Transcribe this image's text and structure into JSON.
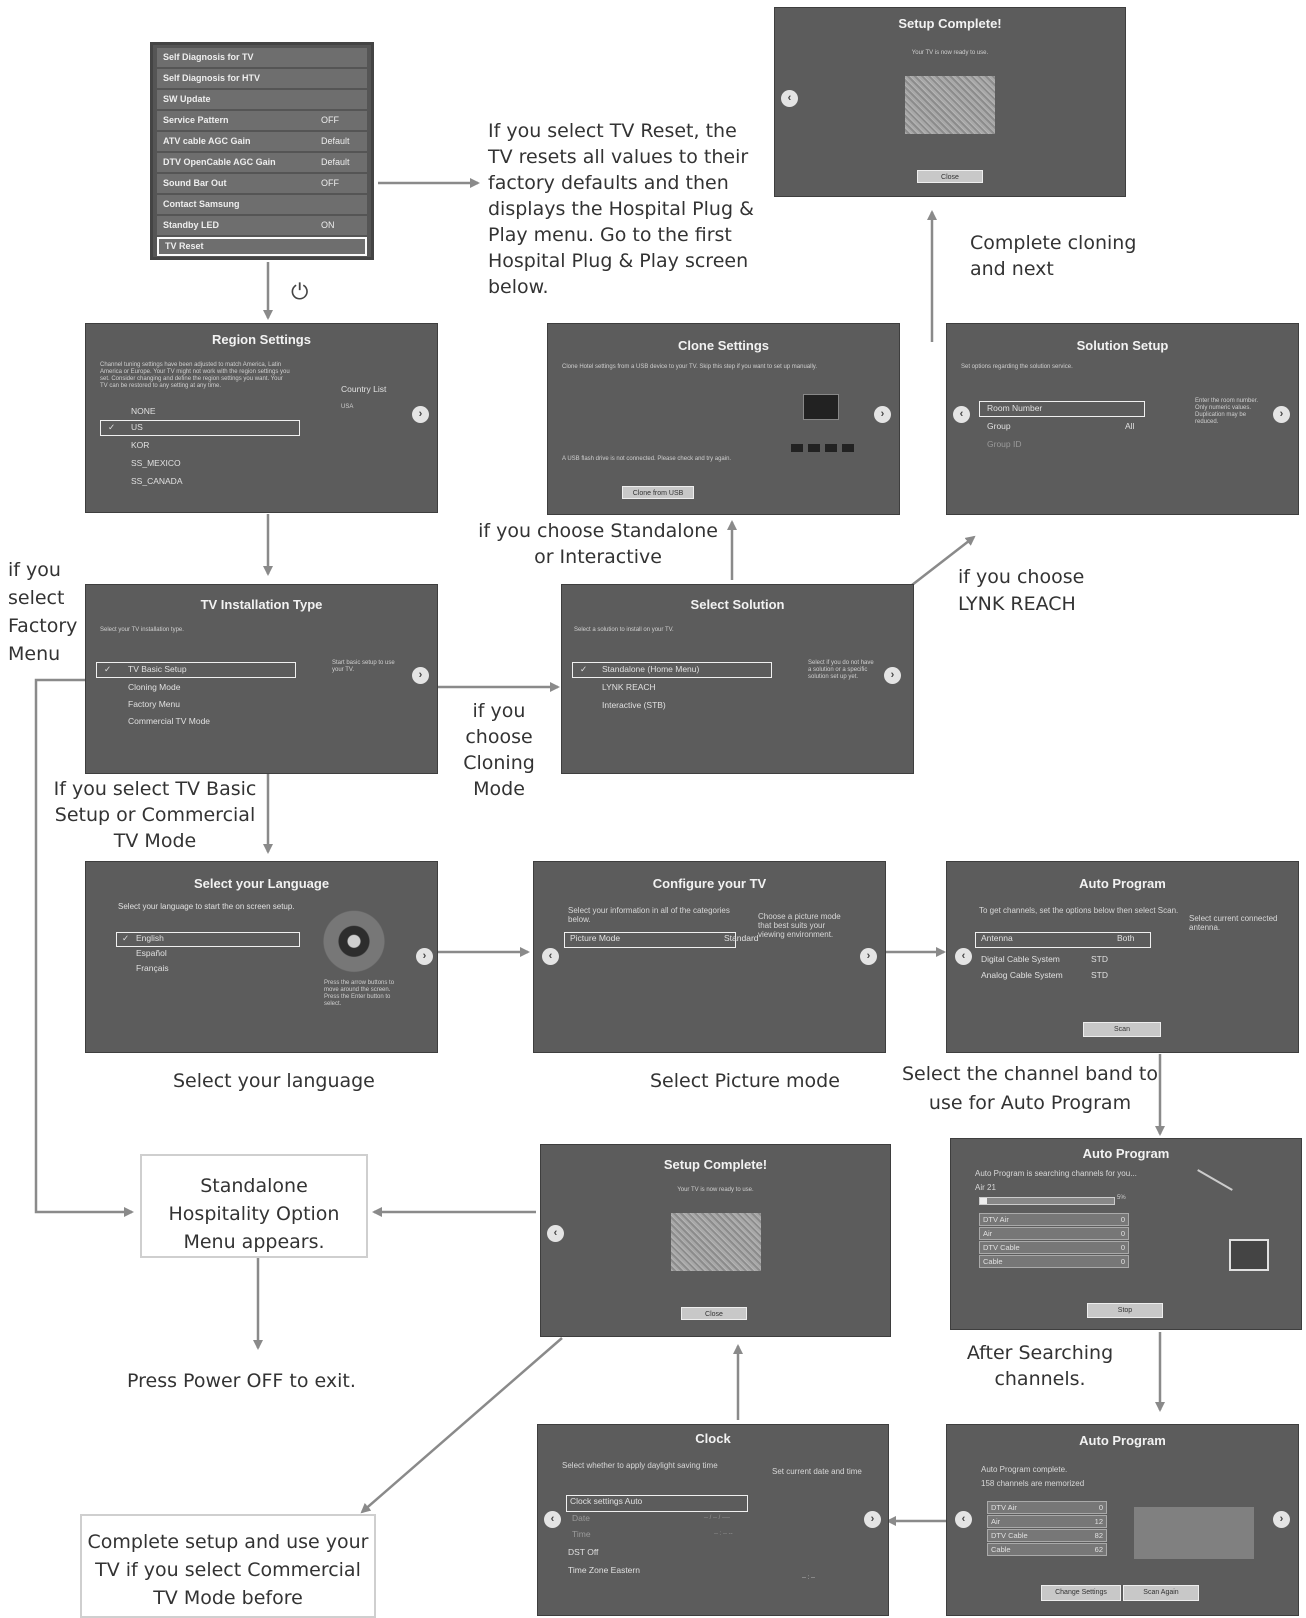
{
  "menu": {
    "items": [
      {
        "label": "Self Diagnosis for TV",
        "value": ""
      },
      {
        "label": "Self Diagnosis for HTV",
        "value": ""
      },
      {
        "label": "SW Update",
        "value": ""
      },
      {
        "label": "Service Pattern",
        "value": "OFF"
      },
      {
        "label": "ATV cable AGC Gain",
        "value": "Default"
      },
      {
        "label": "DTV OpenCable AGC Gain",
        "value": "Default"
      },
      {
        "label": "Sound Bar Out",
        "value": "OFF"
      },
      {
        "label": "Contact Samsung",
        "value": ""
      },
      {
        "label": "Standby LED",
        "value": "ON"
      },
      {
        "label": "TV Reset",
        "value": ""
      }
    ]
  },
  "captions": {
    "tv_reset": "If you select TV Reset, the TV resets all values to their factory defaults and then displays the Hospital Plug & Play menu. Go to the first Hospital Plug & Play screen below.",
    "complete_cloning": "Complete cloning and next",
    "factory_menu": "if you select Factory Menu",
    "standalone_or_interactive": "if you choose Standalone or Interactive",
    "lynk_reach": "if you choose LYNK REACH",
    "cloning_mode": "if you choose Cloning Mode",
    "basic_or_commercial": "If you select TV Basic Setup or Commercial TV Mode",
    "select_language": "Select your language",
    "select_picture": "Select Picture mode",
    "channel_band": "Select the channel band to use for Auto Program",
    "after_searching": "After Searching channels.",
    "press_power": "Press Power OFF to exit.",
    "power_icon": "⏻"
  },
  "boxes": {
    "standalone_menu": "Standalone Hospitality Option Menu appears.",
    "complete_setup": "Complete setup and use your TV if you select Commercial TV Mode before"
  },
  "screens": {
    "setup_complete_top": {
      "title": "Setup Complete!",
      "sub": "Your TV is now ready to use.",
      "button": "Close"
    },
    "region": {
      "title": "Region Settings",
      "desc": "Channel tuning settings have been adjusted to match America, Latin America or Europe. Your TV might not work with the region settings you set. Consider changing and define the region settings you want. Your TV can be restored to any setting at any time.",
      "list_label": "Country List",
      "list_value": "USA",
      "items": [
        "NONE",
        "US",
        "KOR",
        "SS_MEXICO",
        "SS_CANADA"
      ]
    },
    "clone": {
      "title": "Clone Settings",
      "desc": "Clone Hotel settings from a USB device to your TV. Skip this step if you want to set up manually.",
      "warn": "A USB flash drive is not connected. Please check and try again.",
      "button": "Clone from USB"
    },
    "solution": {
      "title": "Solution Setup",
      "desc": "Set options regarding the solution service.",
      "items": [
        {
          "label": "Room Number",
          "value": ""
        },
        {
          "label": "Group",
          "value": "All"
        },
        {
          "label": "Group ID",
          "value": ""
        }
      ],
      "side": "Enter the room number. Only numeric values. Duplication may be reduced."
    },
    "install": {
      "title": "TV Installation Type",
      "desc": "Select your TV installation type.",
      "items": [
        "TV Basic Setup",
        "Cloning Mode",
        "Factory Menu",
        "Commercial TV Mode"
      ],
      "side": "Start basic setup to use your TV."
    },
    "select_solution": {
      "title": "Select Solution",
      "desc": "Select a solution to install on your TV.",
      "items": [
        "Standalone (Home Menu)",
        "LYNK REACH",
        "Interactive (STB)"
      ],
      "side": "Select if you do not have a solution or a specific solution set up yet."
    },
    "language": {
      "title": "Select your Language",
      "desc": "Select your language to start the on screen setup.",
      "items": [
        "English",
        "Español",
        "Français"
      ],
      "help": "Press the arrow buttons to move around the screen. Press the Enter button to select."
    },
    "configure": {
      "title": "Configure your TV",
      "desc": "Select your information in all of the categories below.",
      "side": "Choose a picture mode that best suits your viewing environment.",
      "field": "Picture Mode",
      "field_value": "Standard"
    },
    "auto1": {
      "title": "Auto Program",
      "desc": "To get channels, set the options below then select Scan.",
      "side": "Select current connected antenna.",
      "rows": [
        {
          "label": "Antenna",
          "value": "Both"
        },
        {
          "label": "Digital Cable System",
          "value": "STD"
        },
        {
          "label": "Analog Cable System",
          "value": "STD"
        }
      ],
      "button": "Scan"
    },
    "setup_complete_mid": {
      "title": "Setup Complete!",
      "sub": "Your TV is now ready to use.",
      "button": "Close"
    },
    "auto2": {
      "title": "Auto Program",
      "desc": "Auto Program is searching channels for you...",
      "channel": "Air 21",
      "percent": "5%",
      "rows": [
        {
          "label": "DTV Air",
          "value": "0"
        },
        {
          "label": "Air",
          "value": "0"
        },
        {
          "label": "DTV Cable",
          "value": "0"
        },
        {
          "label": "Cable",
          "value": "0"
        }
      ],
      "button": "Stop"
    },
    "clock": {
      "title": "Clock",
      "desc": "Select whether to apply daylight saving time",
      "side": "Set current date and time",
      "items": [
        "Clock settings Auto",
        "Date",
        "Time",
        "DST Off",
        "Time Zone Eastern"
      ],
      "date_val": "-- / -- / ----",
      "time_val": "-- : -- --",
      "foot": "-- : --"
    },
    "auto3": {
      "title": "Auto Program",
      "desc1": "Auto Program complete.",
      "desc2": "158 channels are memorized",
      "rows": [
        {
          "label": "DTV Air",
          "value": "0"
        },
        {
          "label": "Air",
          "value": "12"
        },
        {
          "label": "DTV Cable",
          "value": "82"
        },
        {
          "label": "Cable",
          "value": "62"
        }
      ],
      "button1": "Change Settings",
      "button2": "Scan Again"
    }
  }
}
